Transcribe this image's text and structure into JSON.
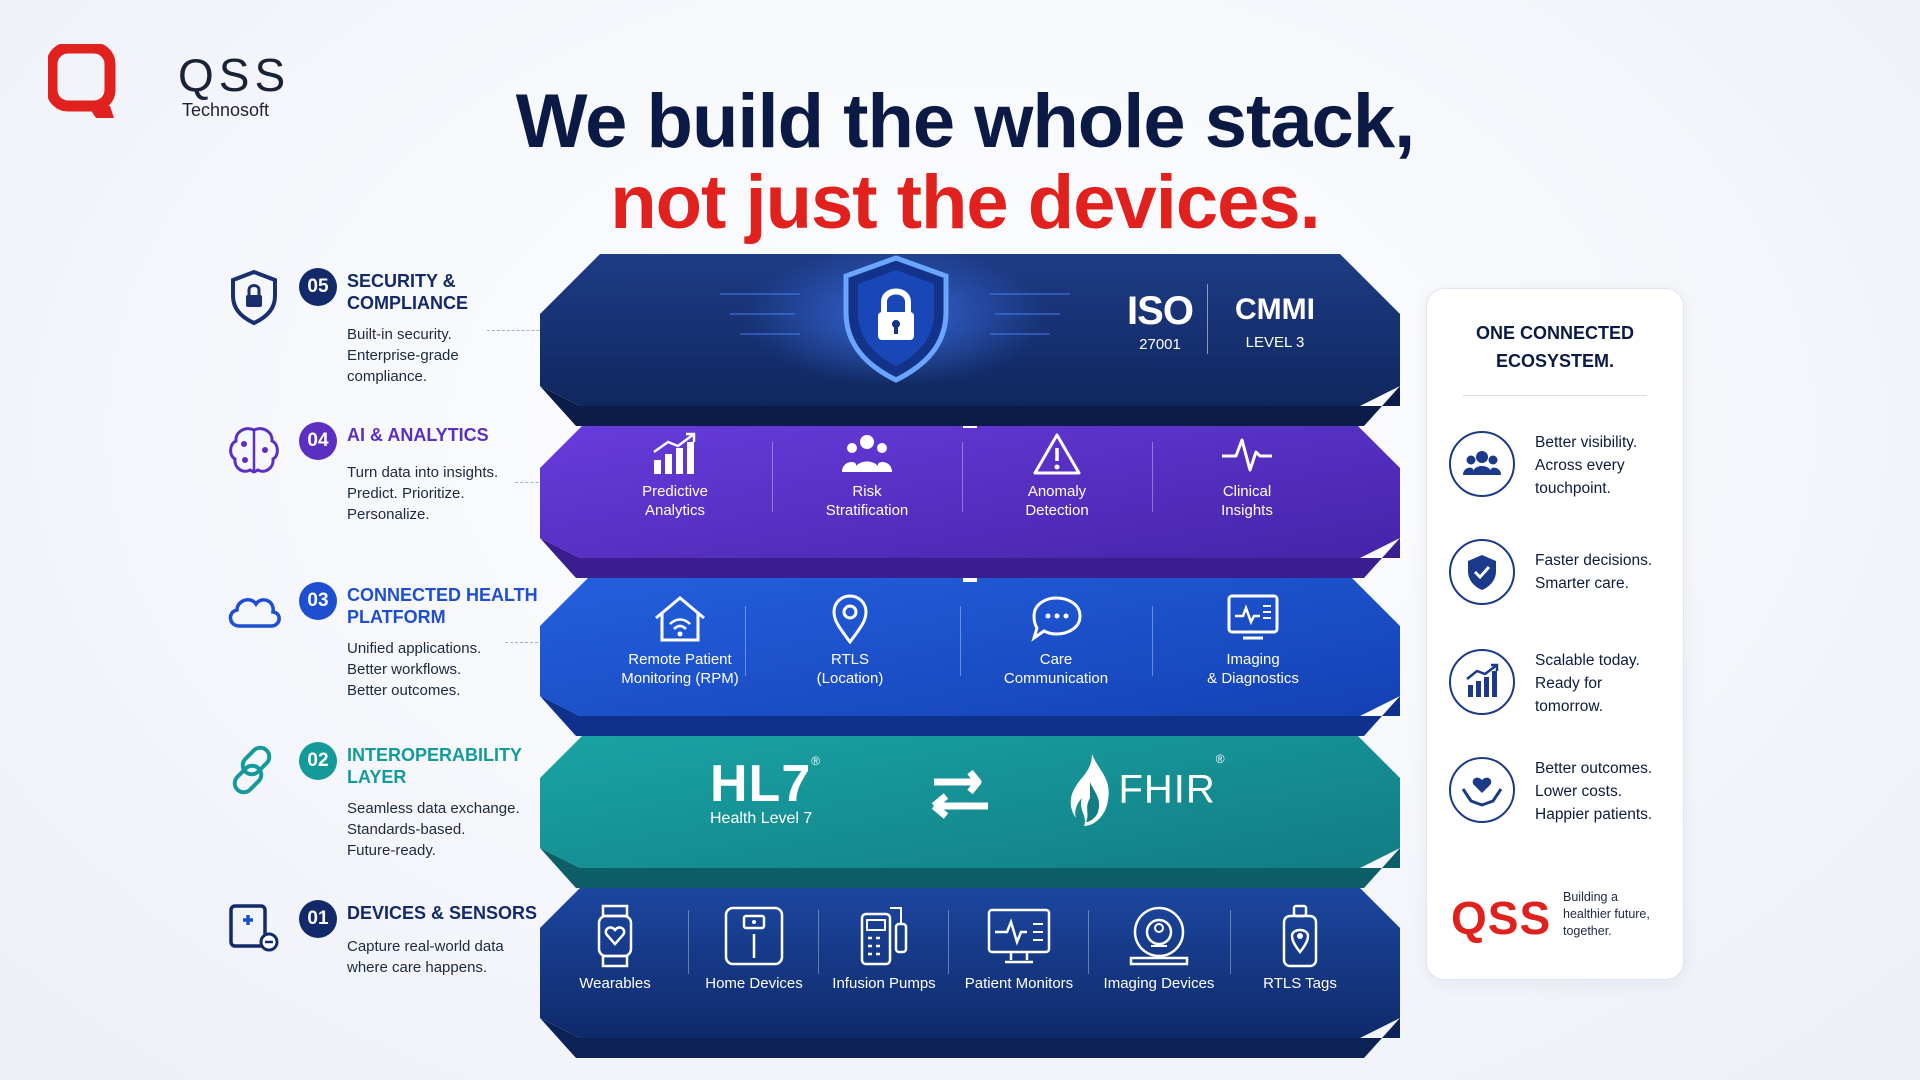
{
  "logo": {
    "brand": "QSS",
    "sub": "Technosoft",
    "colors": {
      "mark": "#e0211d",
      "text": "#1a2236"
    }
  },
  "headline": {
    "line1": "We build the whole stack,",
    "line2": "not just the devices."
  },
  "layers": [
    {
      "number": "05",
      "title": "SECURITY & COMPLIANCE",
      "desc": [
        "Built-in security.",
        "Enterprise-grade",
        "compliance."
      ],
      "icon": "shield-lock-icon",
      "color": "#0f2a6b"
    },
    {
      "number": "04",
      "title": "AI & ANALYTICS",
      "desc": [
        "Turn data into insights.",
        "Predict. Prioritize.",
        "Personalize."
      ],
      "icon": "brain-icon",
      "color": "#5a2fc2"
    },
    {
      "number": "03",
      "title": "CONNECTED HEALTH PLATFORM",
      "desc": [
        "Unified applications.",
        "Better workflows.",
        "Better outcomes."
      ],
      "icon": "cloud-icon",
      "color": "#1d4fd0"
    },
    {
      "number": "02",
      "title": "INTEROPERABILITY LAYER",
      "desc": [
        "Seamless data exchange.",
        "Standards-based.",
        "Future-ready."
      ],
      "icon": "link-icon",
      "color": "#159a9b"
    },
    {
      "number": "01",
      "title": "DEVICES & SENSORS",
      "desc": [
        "Capture real-world data",
        "where care happens."
      ],
      "icon": "medical-device-icon",
      "color": "#123279"
    }
  ],
  "stack": {
    "security": {
      "iso": "ISO",
      "iso_num": "27001",
      "cmmi": "CMMI",
      "cmmi_level": "LEVEL 3"
    },
    "ai": [
      {
        "l1": "Predictive",
        "l2": "Analytics",
        "icon": "bar-chart-growth-icon"
      },
      {
        "l1": "Risk",
        "l2": "Stratification",
        "icon": "people-group-icon"
      },
      {
        "l1": "Anomaly",
        "l2": "Detection",
        "icon": "warning-triangle-icon"
      },
      {
        "l1": "Clinical",
        "l2": "Insights",
        "icon": "pulse-icon"
      }
    ],
    "platform": [
      {
        "l1": "Remote Patient",
        "l2": "Monitoring (RPM)",
        "icon": "home-wifi-icon"
      },
      {
        "l1": "RTLS",
        "l2": "(Location)",
        "icon": "location-pin-icon"
      },
      {
        "l1": "Care",
        "l2": "Communication",
        "icon": "chat-bubbles-icon"
      },
      {
        "l1": "Imaging",
        "l2": "& Diagnostics",
        "icon": "monitor-imaging-icon"
      }
    ],
    "interop": {
      "hl7": "HL7",
      "hl7_sub": "Health Level 7",
      "fhir": "FHIR",
      "reg": "®"
    },
    "devices": [
      {
        "label": "Wearables",
        "icon": "smartwatch-icon"
      },
      {
        "label": "Home Devices",
        "icon": "home-device-icon"
      },
      {
        "label": "Infusion Pumps",
        "icon": "infusion-pump-icon"
      },
      {
        "label": "Patient Monitors",
        "icon": "patient-monitor-icon"
      },
      {
        "label": "Imaging Devices",
        "icon": "imaging-scanner-icon"
      },
      {
        "label": "RTLS Tags",
        "icon": "rtls-tag-icon"
      }
    ]
  },
  "panel": {
    "title_l1": "ONE CONNECTED",
    "title_l2": "ECOSYSTEM.",
    "items": [
      {
        "lines": [
          "Better visibility.",
          "Across every",
          "touchpoint."
        ],
        "icon": "people-icon"
      },
      {
        "lines": [
          "Faster decisions.",
          "Smarter care."
        ],
        "icon": "shield-check-icon"
      },
      {
        "lines": [
          "Scalable today.",
          "Ready for",
          "tomorrow."
        ],
        "icon": "growth-chart-icon"
      },
      {
        "lines": [
          "Better outcomes.",
          "Lower costs.",
          "Happier patients."
        ],
        "icon": "heart-hands-icon"
      }
    ],
    "footer": {
      "brand": "QSS",
      "tagline": [
        "Building a",
        "healthier future,",
        "together."
      ]
    }
  }
}
